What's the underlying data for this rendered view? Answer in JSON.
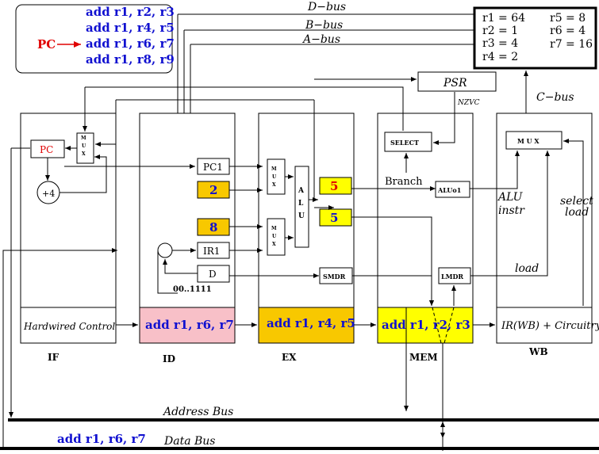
{
  "program": {
    "lines": [
      "add r1, r2, r3",
      "add r1, r4, r5",
      "add r1, r6, r7",
      "add r1, r8, r9"
    ],
    "pc_label": "PC"
  },
  "registers": {
    "left": [
      "r1 = 64",
      "r2 = 1",
      "r3 = 4",
      "r4 = 2"
    ],
    "right": [
      "r5 = 8",
      "r6 = 4",
      "r7 = 16"
    ]
  },
  "buses": {
    "d_bus": "D−bus",
    "b_bus": "B−bus",
    "a_bus": "A−bus",
    "c_bus": "C−bus",
    "address_bus": "Address Bus",
    "data_bus": "Data Bus"
  },
  "blocks": {
    "psr": "PSR",
    "nzvc": "NZVC",
    "select": "SELECT",
    "branch": "Branch",
    "pc": "PC",
    "plus4": "+4",
    "mux_if": "M U X",
    "mux_ex": "M U X",
    "mux_wb": "M U X",
    "alu": "A L U",
    "pc1": "PC1",
    "ir1": "IR1",
    "d": "D",
    "imm": "00..1111",
    "smdr": "SMDR",
    "lmdr": "LMDR",
    "aluo1": "ALUo1",
    "alu_instr_1": "ALU",
    "alu_instr_2": "instr",
    "select_load_1": "select",
    "select_load_2": "load",
    "load": "load",
    "hardwired_control": "Hardwired Control"
  },
  "values": {
    "id_a": "2",
    "id_b": "8",
    "ex_result": "5",
    "ex_b": "5"
  },
  "pipeline": {
    "id": "add r1, r6, r7",
    "ex": "add r1, r4, r5",
    "mem": "add r1, r2, r3",
    "wb": "IR(WB) + Circuitry"
  },
  "stages": [
    "IF",
    "ID",
    "EX",
    "MEM",
    "WB"
  ],
  "data_bus_instr": "add r1, r6, r7",
  "colors": {
    "instruction_text": "#1010d0",
    "pc_red": "#e00000",
    "id_fill": "#f8c0c8",
    "ex_fill": "#f8c800",
    "mem_fill": "#ffff00",
    "value_fill": "#f8c800",
    "value_fill_light": "#ffff00"
  }
}
